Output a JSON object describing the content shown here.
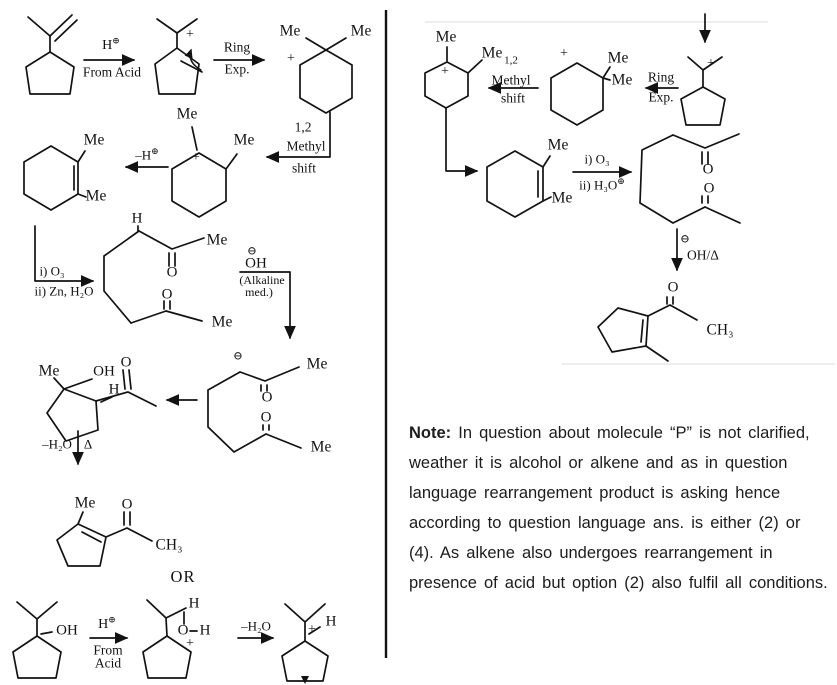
{
  "labels": {
    "hplus1": {
      "t": "H",
      "s": "⊕"
    },
    "from_acid": "From Acid",
    "ring1": "Ring",
    "exp1": "Exp.",
    "plus_a2": "+",
    "me_a3_l": "Me",
    "me_a3_r": "Me",
    "plus_a3": "+",
    "shift12_a": "1,2",
    "shift12_b": "Methyl",
    "shift12_c": "shift",
    "me_b1_top": "Me",
    "me_b1_r": "Me",
    "plus_b1": "+",
    "minus_hplus": {
      "t": "–H",
      "s": "⊕"
    },
    "me_b2_t": "Me",
    "me_b2_b": "Me",
    "ozon1_a": "i) O₃",
    "ozon1_b": "ii) Zn, H₂O",
    "h_dik": "H",
    "me_dik_t": "Me",
    "me_dik_b": "Me",
    "o_dik_t": "O",
    "o_dik_b": "O",
    "ominus1": "⊖",
    "oh1": "OH",
    "alk_a": "(Alkaline",
    "alk_b": "med.)",
    "cminus": "⊖",
    "me_en_t": "Me",
    "me_en_b": "Me",
    "o_en_t": "O",
    "o_en_b": "O",
    "me_ald": "Me",
    "oh_ald": "OH",
    "h_ald": "H",
    "o_ald": "O",
    "mh2o1": "–H₂O",
    "delta1": "Δ",
    "me_p1": "Me",
    "o_p1": "O",
    "ch3_p1": "CH₃",
    "or_label": "OR",
    "oh_s1": "OH",
    "hplus2": {
      "t": "H",
      "s": "⊕"
    },
    "from2": "From",
    "acid2": "Acid",
    "h_s2t": "H",
    "o_s2": "O",
    "h_s2r": "H",
    "plus_s2": "+",
    "mh2o2": "–H₂O",
    "plus_s3": "+",
    "h_s3": "H",
    "me_r1_t": "Me",
    "me_r1_r": "Me",
    "sub_r1": "1,2",
    "plus_r1": "+",
    "shiftr_b": "Methyl",
    "shiftr_c": "shift",
    "plus_r2": "+",
    "me_r2_a": "Me",
    "me_r2_b": "Me",
    "ring2": "Ring",
    "exp2": "Exp.",
    "plus_r3": "+",
    "me_rb_t": "Me",
    "me_rb_b": "Me",
    "ozon2_a": "i) O₃",
    "ozon2_b": {
      "t": "ii) H₃O",
      "s": "⊕"
    },
    "o_rdik_t": "O",
    "o_rdik_b": "O",
    "ominus2": "⊖",
    "ohdelta": "OH/Δ",
    "o_rc": "O",
    "ch3_rc": "CH₃"
  },
  "note": {
    "bold": "Note:",
    "l1": " In question about molecule “P” is not clarified,",
    "l2": "weather it is alcohol or alkene and as in question",
    "l3": "language rearrangement product is asking hence",
    "l4": "according to question language ans. is either (2) or",
    "l5": "(4). As alkene also undergoes rearrangement in",
    "l6": "presence of acid but option (2) also fulfil all conditions."
  }
}
